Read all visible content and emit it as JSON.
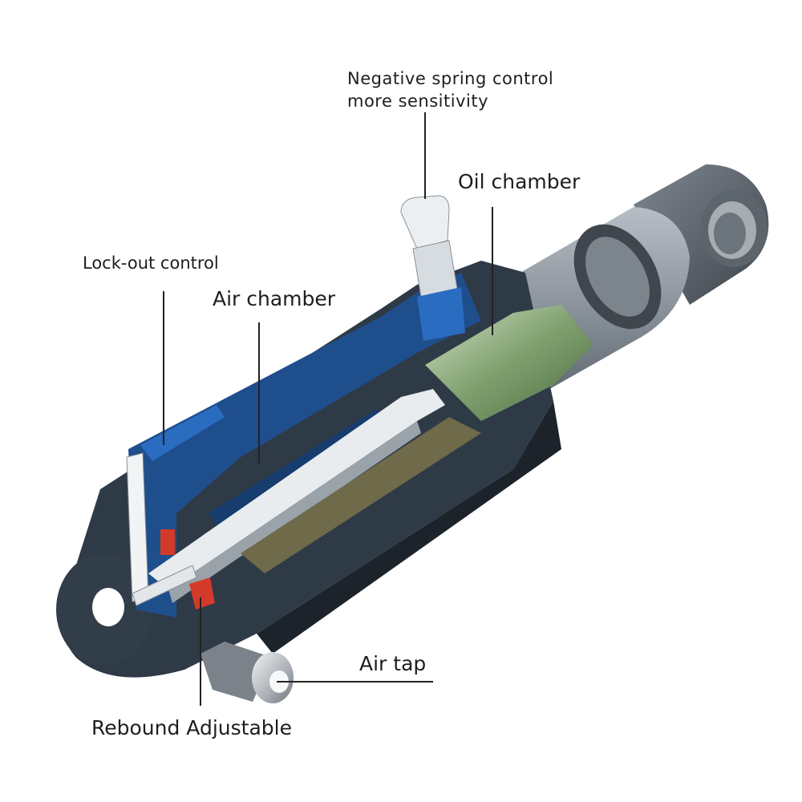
{
  "labels": {
    "negative_spring_line1": "Negative spring control",
    "negative_spring_line2": "more sensitivity",
    "oil_chamber": "Oil chamber",
    "lockout_control": "Lock-out control",
    "air_chamber": "Air chamber",
    "air_tap": "Air tap",
    "rebound_adjustable": "Rebound Adjustable"
  },
  "colors": {
    "housing": "#2f3a47",
    "blue_section": "#1f4e8c",
    "steel": "#8d96a0",
    "oil": "#5f8a52",
    "red_adjuster": "#d43a2a",
    "leader_line": "#222222"
  }
}
